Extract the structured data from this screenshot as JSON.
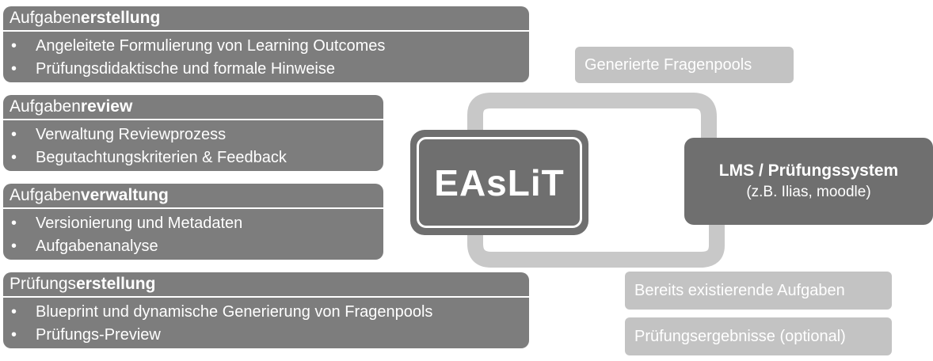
{
  "cards": [
    {
      "head_prefix": "Aufgaben",
      "head_bold": "erstellung",
      "items": [
        "Angeleitete Formulierung von Learning Outcomes",
        "Prüfungsdidaktische und formale Hinweise"
      ]
    },
    {
      "head_prefix": "Aufgaben",
      "head_bold": "review",
      "items": [
        "Verwaltung Reviewprozess",
        "Begutachtungskriterien & Feedback"
      ]
    },
    {
      "head_prefix": "Aufgaben",
      "head_bold": "verwaltung",
      "items": [
        "Versionierung und Metadaten",
        "Aufgabenanalyse"
      ]
    },
    {
      "head_prefix": "Prüfungs",
      "head_bold": "erstellung",
      "items": [
        "Blueprint und dynamische Generierung von Fragenpools",
        "Prüfungs-Preview"
      ]
    }
  ],
  "bullet": "•",
  "center": {
    "title": "EAsLiT"
  },
  "lms": {
    "title": "LMS / Prüfungssystem",
    "subtitle": "(z.B. Ilias, moodle)"
  },
  "flow_labels": {
    "to_lms": "Generierte Fragenpools",
    "from_lms": [
      "Bereits existierende Aufgaben",
      "Prüfungsergebnisse (optional)"
    ]
  },
  "colors": {
    "card": "#7d7d7d",
    "center": "#6f6f6f",
    "arrow": "#c8c8c8",
    "label": "#c3c3c3"
  }
}
